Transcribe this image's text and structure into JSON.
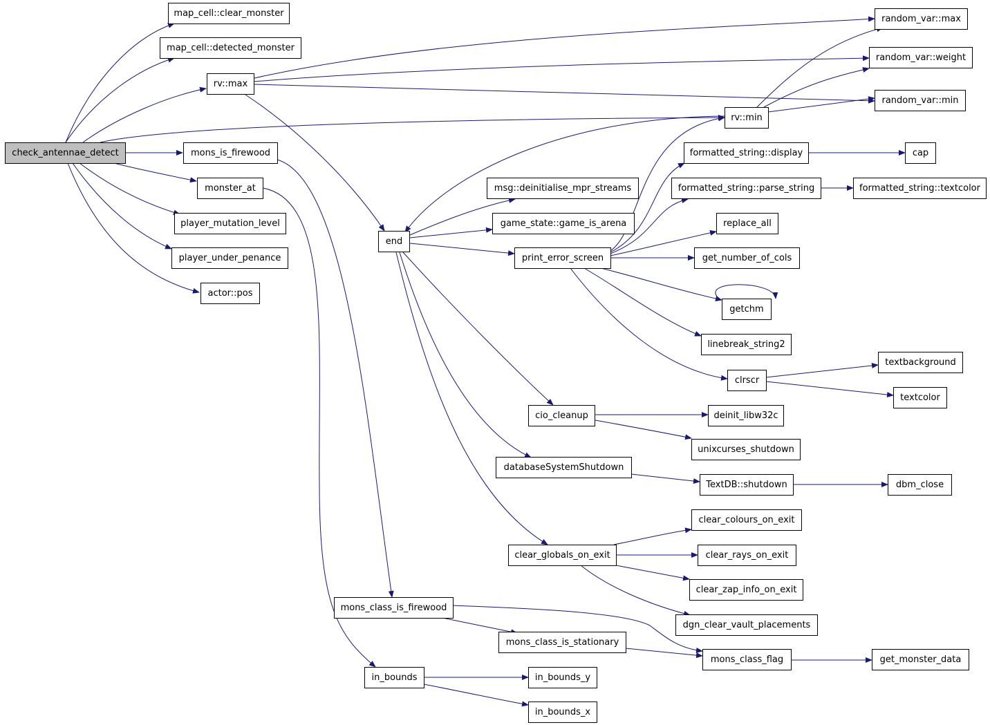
{
  "colors": {
    "edge": "#191970",
    "node_border": "#000000",
    "root_fill": "#bfbfbf"
  },
  "nodes": {
    "check_antennae_detect": "check_antennae_detect",
    "map_cell_clear_monster": "map_cell::clear_monster",
    "map_cell_detected_monster": "map_cell::detected_monster",
    "rv_max": "rv::max",
    "mons_is_firewood": "mons_is_firewood",
    "monster_at": "monster_at",
    "player_mutation_level": "player_mutation_level",
    "player_under_penance": "player_under_penance",
    "actor_pos": "actor::pos",
    "end": "end",
    "msg_deinitialise_mpr_streams": "msg::deinitialise_mpr_streams",
    "game_state_game_is_arena": "game_state::game_is_arena",
    "print_error_screen": "print_error_screen",
    "cio_cleanup": "cio_cleanup",
    "databaseSystemShutdown": "databaseSystemShutdown",
    "clear_globals_on_exit": "clear_globals_on_exit",
    "mons_class_is_firewood": "mons_class_is_firewood",
    "mons_class_is_stationary": "mons_class_is_stationary",
    "in_bounds": "in_bounds",
    "in_bounds_y": "in_bounds_y",
    "in_bounds_x": "in_bounds_x",
    "rv_min": "rv::min",
    "random_var_max": "random_var::max",
    "random_var_weight": "random_var::weight",
    "random_var_min": "random_var::min",
    "formatted_string_display": "formatted_string::display",
    "cap": "cap",
    "formatted_string_parse_string": "formatted_string::parse_string",
    "formatted_string_textcolor": "formatted_string::textcolor",
    "replace_all": "replace_all",
    "get_number_of_cols": "get_number_of_cols",
    "getchm": "getchm",
    "linebreak_string2": "linebreak_string2",
    "clrscr": "clrscr",
    "textbackground": "textbackground",
    "textcolor": "textcolor",
    "deinit_libw32c": "deinit_libw32c",
    "unixcurses_shutdown": "unixcurses_shutdown",
    "TextDB_shutdown": "TextDB::shutdown",
    "dbm_close": "dbm_close",
    "clear_colours_on_exit": "clear_colours_on_exit",
    "clear_rays_on_exit": "clear_rays_on_exit",
    "clear_zap_info_on_exit": "clear_zap_info_on_exit",
    "dgn_clear_vault_placements": "dgn_clear_vault_placements",
    "mons_class_flag": "mons_class_flag",
    "get_monster_data": "get_monster_data"
  }
}
